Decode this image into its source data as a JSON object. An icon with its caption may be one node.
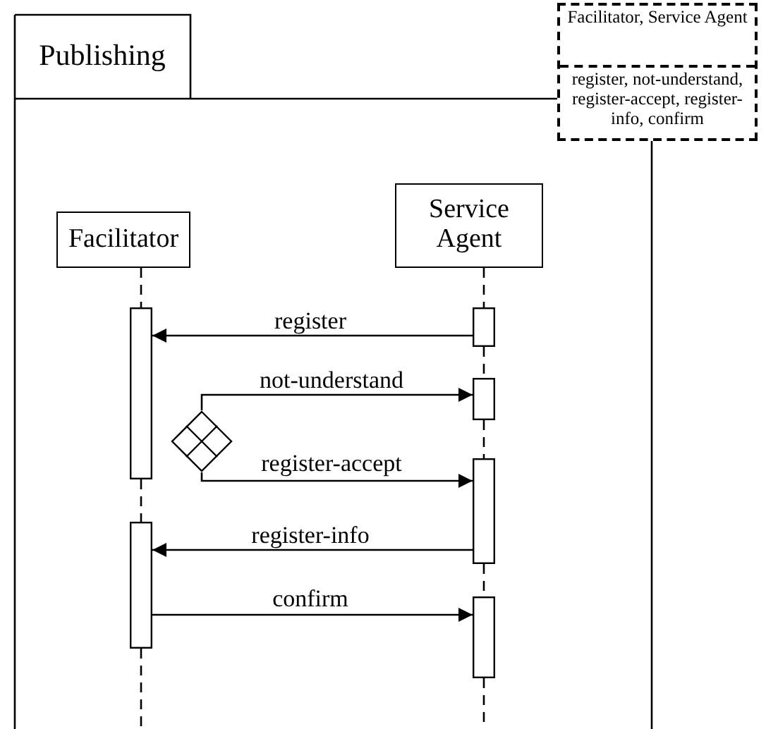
{
  "diagram": {
    "nodes": [
      {
        "text": [
          "Publishing"
        ]
      },
      {
        "text": [
          "Facilitator, Service Agent",
          "register, not-understand, register-accept, register-info, confirm"
        ]
      },
      {
        "text": [
          "Facilitator"
        ],
        "in": 0
      },
      {
        "text": [
          "Service Agent"
        ],
        "in": 0
      },
      {
        "text": [],
        "shape": "bar",
        "in": 0
      },
      {
        "text": [],
        "shape": "bar",
        "in": 0
      },
      {
        "text": [],
        "shape": "bar",
        "in": 0
      },
      {
        "text": [],
        "shape": "diamond",
        "in": 0
      },
      {
        "text": [],
        "shape": "bar",
        "in": 0
      },
      {
        "text": [],
        "shape": "bar",
        "in": 0
      },
      {
        "text": [],
        "shape": "bar",
        "in": 0
      }
    ],
    "edges": [
      {
        "from": 4,
        "to": 5,
        "arrow": "to",
        "label": "register"
      },
      {
        "from": 7,
        "to": 6,
        "arrow": "to",
        "label": "not-understand"
      },
      {
        "from": 7,
        "to": 8,
        "arrow": "to",
        "label": "register-accept"
      },
      {
        "from": 8,
        "to": 9,
        "arrow": "to",
        "label": "register-info"
      },
      {
        "from": 9,
        "to": 10,
        "arrow": "to",
        "label": "confirm"
      },
      {
        "from": 2,
        "to": 5,
        "arrow": "none",
        "style": "dashed"
      },
      {
        "from": 5,
        "to": 9,
        "arrow": "none",
        "style": "dashed"
      },
      {
        "from": 9,
        "to": null,
        "arrow": "none",
        "style": "dashed"
      },
      {
        "from": 3,
        "to": 4,
        "arrow": "none",
        "style": "dashed"
      },
      {
        "from": 4,
        "to": 6,
        "arrow": "none",
        "style": "dashed"
      },
      {
        "from": 6,
        "to": 8,
        "arrow": "none",
        "style": "dashed"
      },
      {
        "from": 8,
        "to": 10,
        "arrow": "none",
        "style": "dashed"
      },
      {
        "from": 10,
        "to": null,
        "arrow": "none",
        "style": "dashed"
      }
    ]
  }
}
